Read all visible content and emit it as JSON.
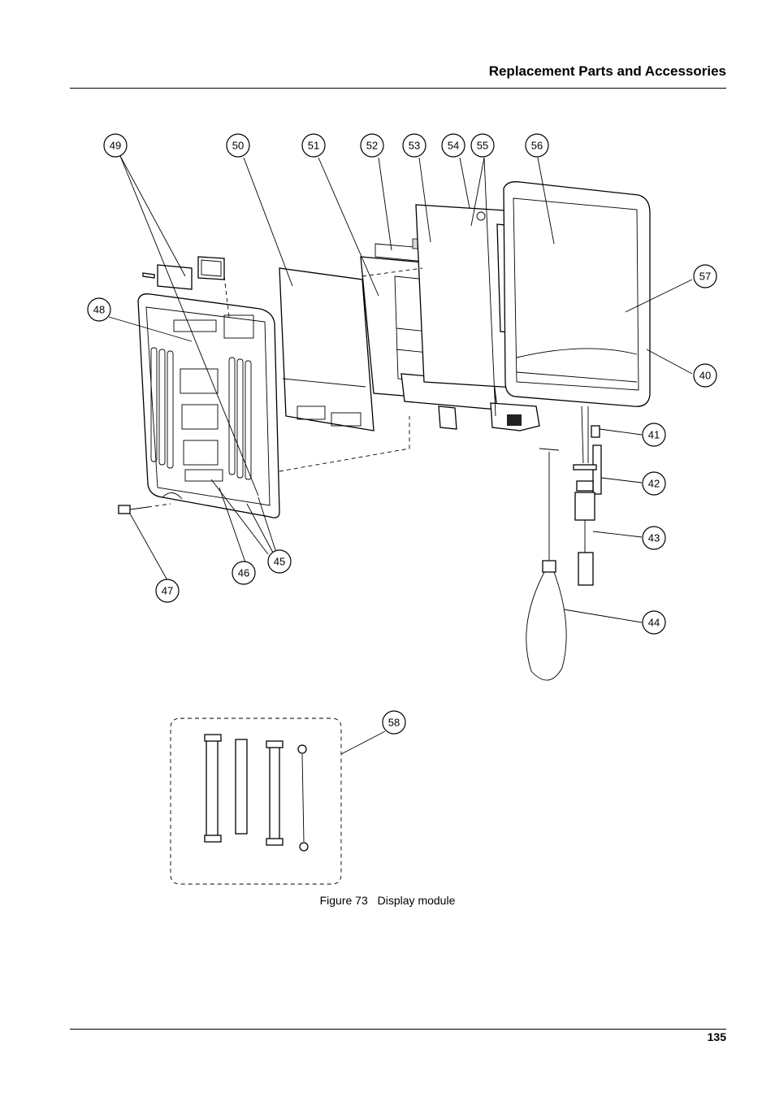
{
  "header": {
    "title": "Replacement Parts and Accessories"
  },
  "figure": {
    "caption_number": "Figure 73",
    "caption_text": "Display module",
    "callouts": [
      "49",
      "50",
      "51",
      "52",
      "53",
      "54",
      "55",
      "56",
      "57",
      "48",
      "40",
      "41",
      "42",
      "43",
      "44",
      "45",
      "46",
      "47",
      "58"
    ]
  },
  "footer": {
    "page_number": "135"
  }
}
